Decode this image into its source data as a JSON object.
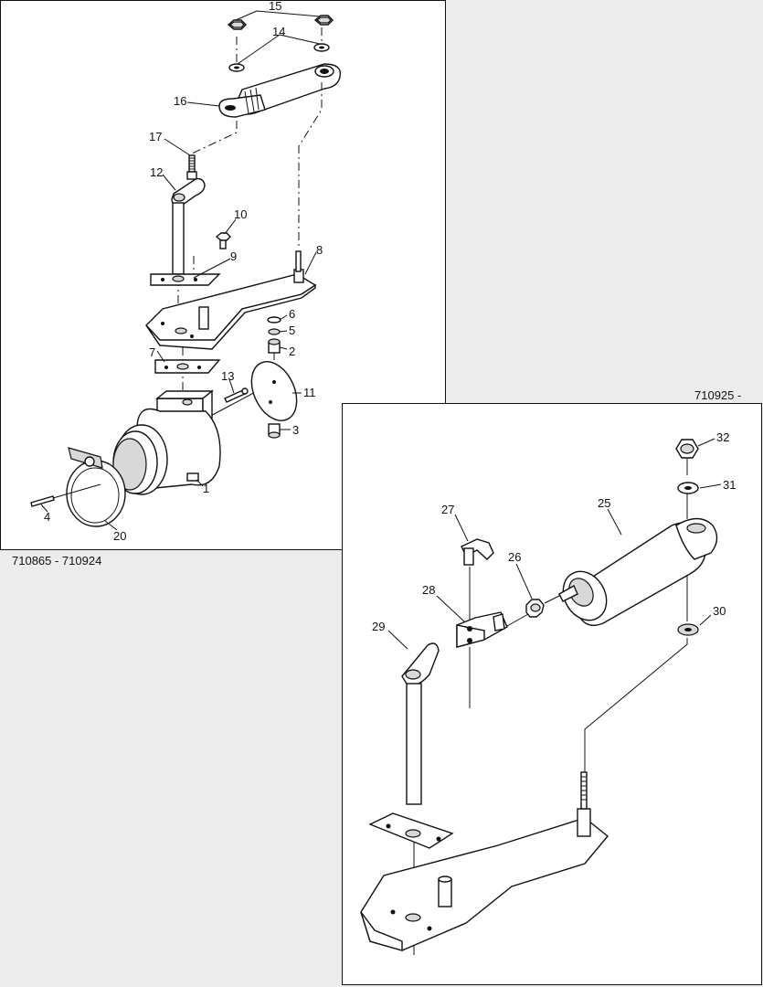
{
  "panel_left": {
    "caption": "710865 - 710924",
    "callouts": [
      "15",
      "14",
      "16",
      "17",
      "12",
      "10",
      "9",
      "8",
      "6",
      "5",
      "2",
      "7",
      "13",
      "11",
      "3",
      "1",
      "4",
      "20"
    ]
  },
  "panel_right": {
    "caption": "710925 -",
    "callouts": [
      "32",
      "31",
      "27",
      "25",
      "26",
      "28",
      "29",
      "30"
    ]
  }
}
